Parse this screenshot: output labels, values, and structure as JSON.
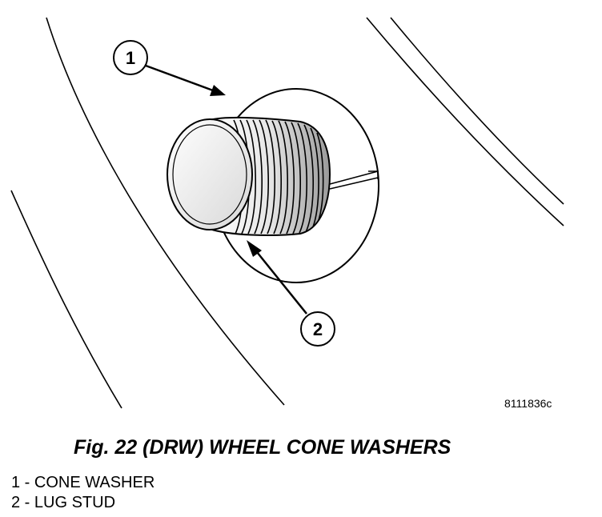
{
  "callouts": [
    {
      "number": "1"
    },
    {
      "number": "2"
    }
  ],
  "reference_number": "8111836c",
  "caption": "Fig. 22 (DRW) WHEEL CONE WASHERS",
  "legend": [
    "1 - CONE WASHER",
    "2 - LUG STUD"
  ]
}
